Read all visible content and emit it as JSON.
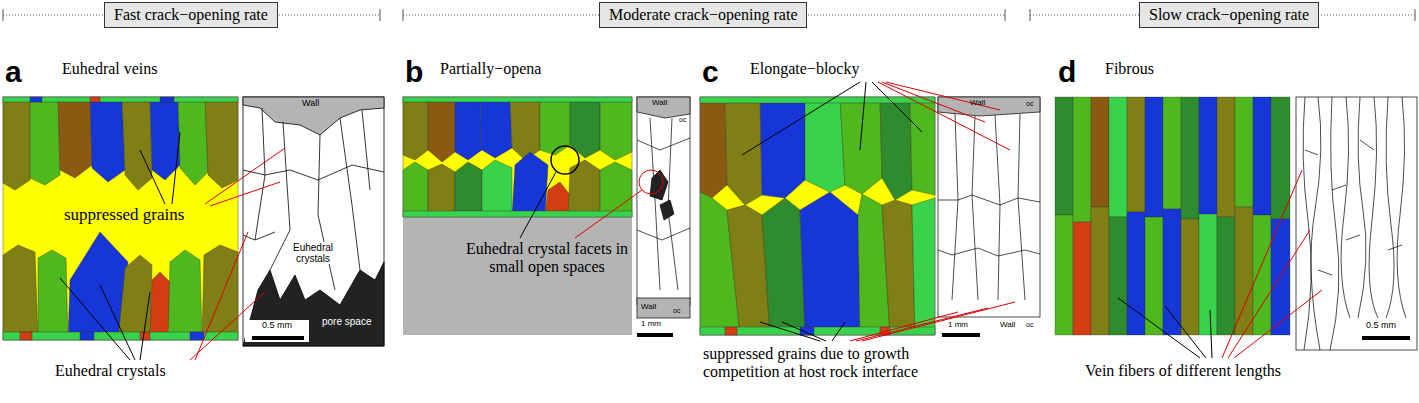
{
  "diagram": {
    "nodes": [
      {
        "text": [
          "Fast crack−opening rate"
        ]
      },
      {
        "text": [
          "Moderate crack−opening rate"
        ]
      },
      {
        "text": [
          "Slow crack−opening rate"
        ]
      }
    ],
    "labels": [
      "a",
      "Euhedral veins",
      "suppressed grains",
      "Euhedral crystals",
      "Wall",
      "Euhedral crystals",
      "pore space",
      "0.5 mm",
      "b",
      "Partially−opena",
      "Euhedral crystal facets in small open spaces",
      "Wall",
      "oc",
      "Wall",
      "oc",
      "1 mm",
      "c",
      "Elongate−blocky",
      "Wall",
      "oc",
      "suppressed grains due to growth competition at host rock interface",
      "1 mm",
      "Wall",
      "oc",
      "d",
      "Fibrous",
      "Vein fibers of different lengths",
      "0.5 mm"
    ]
  }
}
